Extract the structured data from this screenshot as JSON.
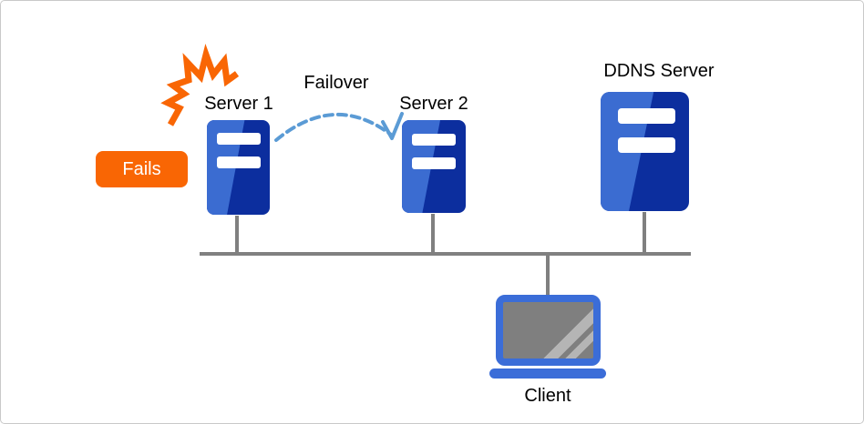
{
  "colors": {
    "server_blue_light": "#3B6CD1",
    "server_blue_dark": "#0C2E9E",
    "laptop_blue": "#3B6DD8",
    "screen_gray": "#7F7F7F",
    "glare_gray": "#B5B5B5",
    "line_gray": "#808080",
    "arrow_blue": "#5B9BD5",
    "alert_orange": "#F96604",
    "label_text": "#000000",
    "badge_text": "#FFFFFF",
    "canvas_border": "#C9C9C9"
  },
  "nodes": {
    "server1": {
      "label": "Server 1"
    },
    "server2": {
      "label": "Server 2"
    },
    "ddns_server": {
      "label": "DDNS Server"
    },
    "client": {
      "label": "Client"
    }
  },
  "annotations": {
    "failover": {
      "label": "Failover"
    },
    "fails_badge": {
      "label": "Fails"
    }
  },
  "icons": {
    "crash_icon": "orange-zigzag-burst",
    "server_icon": "blue-tower-with-two-white-slots",
    "laptop_icon": "blue-laptop-gray-screen",
    "failover_arrow": "blue-dashed-curved-arrow"
  }
}
